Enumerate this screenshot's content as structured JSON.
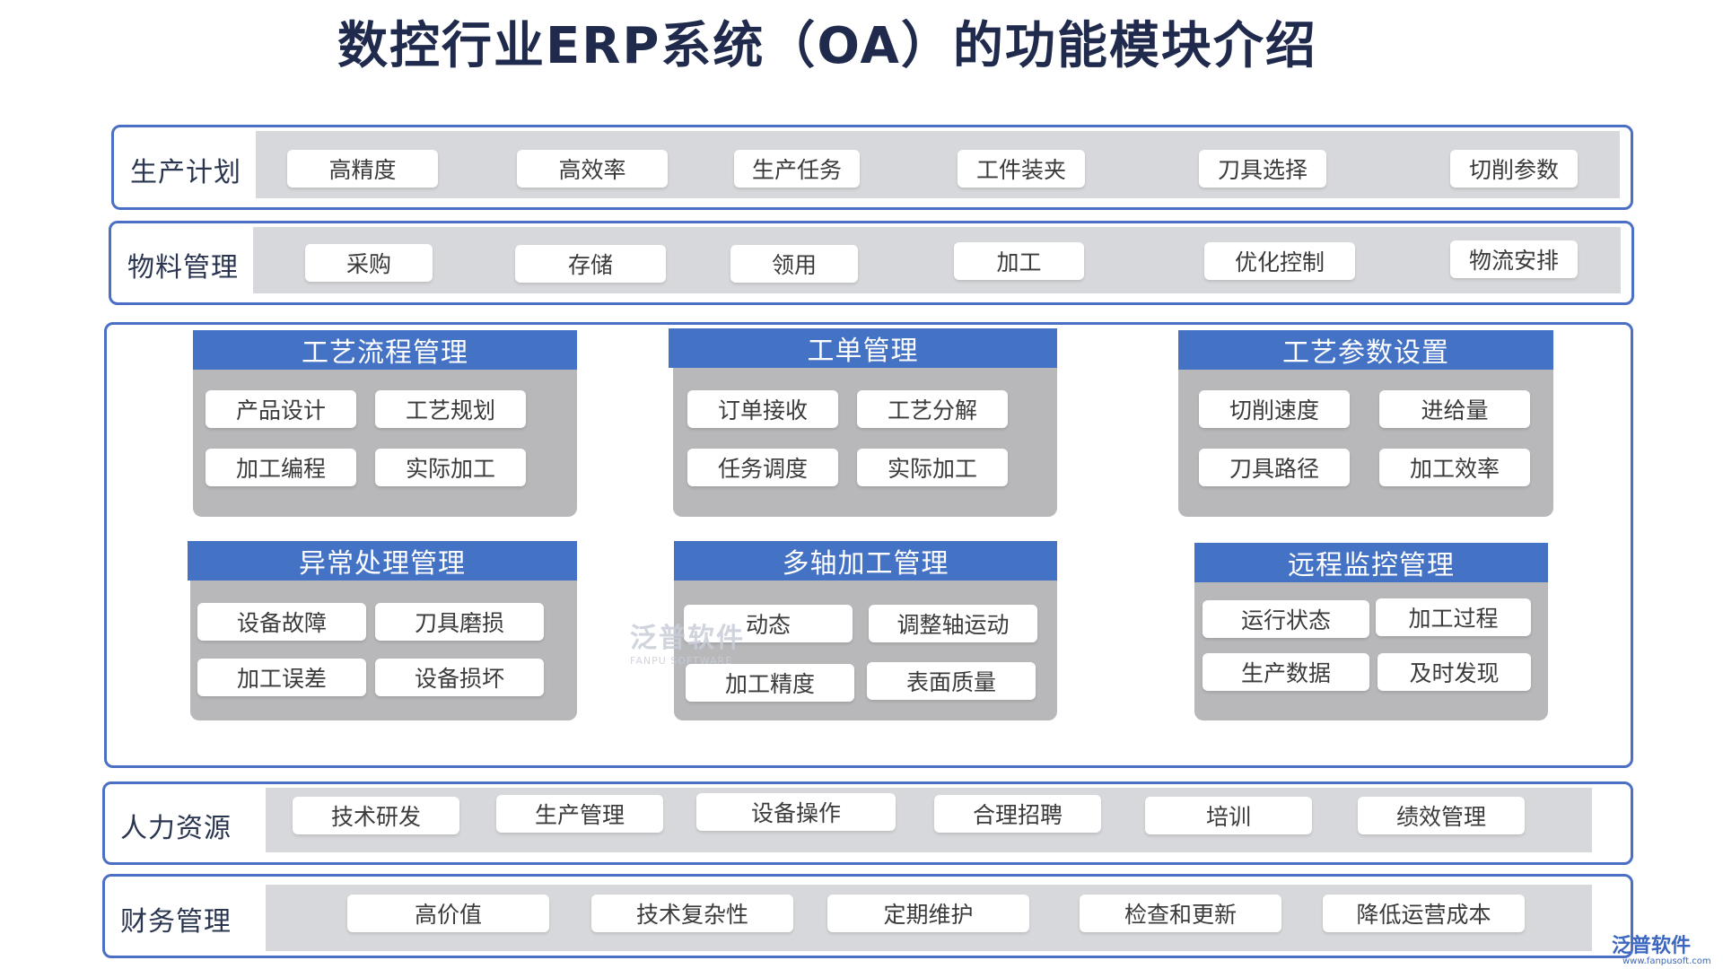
{
  "title": "数控行业ERP系统（OA）的功能模块介绍",
  "rows": {
    "production_plan": {
      "label": "生产计划",
      "items": [
        "高精度",
        "高效率",
        "生产任务",
        "工件装夹",
        "刀具选择",
        "切削参数"
      ]
    },
    "material_mgmt": {
      "label": "物料管理",
      "items": [
        "采购",
        "存储",
        "领用",
        "加工",
        "优化控制",
        "物流安排"
      ]
    },
    "human_resources": {
      "label": "人力资源",
      "items": [
        "技术研发",
        "生产管理",
        "设备操作",
        "合理招聘",
        "培训",
        "绩效管理"
      ]
    },
    "finance": {
      "label": "财务管理",
      "items": [
        "高价值",
        "技术复杂性",
        "定期维护",
        "检查和更新",
        "降低运营成本"
      ]
    }
  },
  "panels": [
    {
      "title": "工艺流程管理",
      "items": [
        "产品设计",
        "工艺规划",
        "加工编程",
        "实际加工"
      ]
    },
    {
      "title": "工单管理",
      "items": [
        "订单接收",
        "工艺分解",
        "任务调度",
        "实际加工"
      ]
    },
    {
      "title": "工艺参数设置",
      "items": [
        "切削速度",
        "进给量",
        "刀具路径",
        "加工效率"
      ]
    },
    {
      "title": "异常处理管理",
      "items": [
        "设备故障",
        "刀具磨损",
        "加工误差",
        "设备损坏"
      ]
    },
    {
      "title": "多轴加工管理",
      "items": [
        "动态",
        "调整轴运动",
        "加工精度",
        "表面质量"
      ]
    },
    {
      "title": "远程监控管理",
      "items": [
        "运行状态",
        "加工过程",
        "生产数据",
        "及时发现"
      ]
    }
  ],
  "watermark": {
    "text": "泛普软件",
    "sub": "FANPU SOFTWARE"
  },
  "logo": {
    "text": "泛普软件",
    "url": "www.fanpusoft.com"
  },
  "colors": {
    "accent_blue": "#4472c4",
    "border_blue": "#4a6fc4",
    "panel_gray": "#b8b8ba",
    "row_gray": "#d7d8db"
  }
}
